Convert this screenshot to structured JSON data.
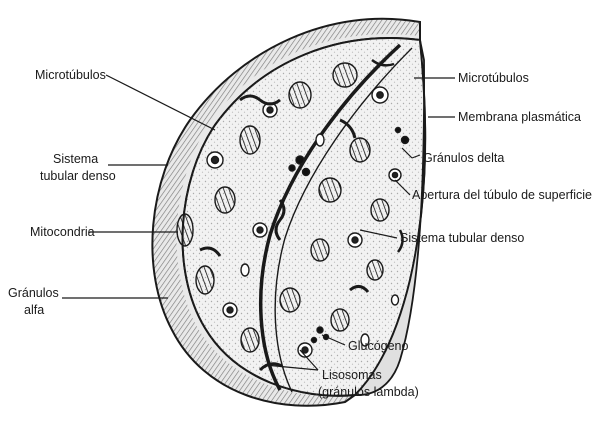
{
  "labels": {
    "microtubulos_left": "Microtúbulos",
    "microtubulos_right": "Microtúbulos",
    "membrana_plasmatica": "Membrana plasmática",
    "sistema_tubular_left_1": "Sistema",
    "sistema_tubular_left_2": "tubular denso",
    "granulos_delta": "Gránulos delta",
    "mitocondria": "Mitocondria",
    "apertura": "Apertura del túbulo de superficie",
    "sistema_tubular_right": "Sistema tubular denso",
    "granulos_alfa_1": "Gránulos",
    "granulos_alfa_2": "alfa",
    "glucogeno": "Glucógeno",
    "lisosomas_1": "Lisosomas",
    "lisosomas_2": "(gránulos lambda)"
  },
  "colors": {
    "ink": "#1a1a1a",
    "cytoplasm": "#f2f2f2",
    "background": "#ffffff"
  }
}
